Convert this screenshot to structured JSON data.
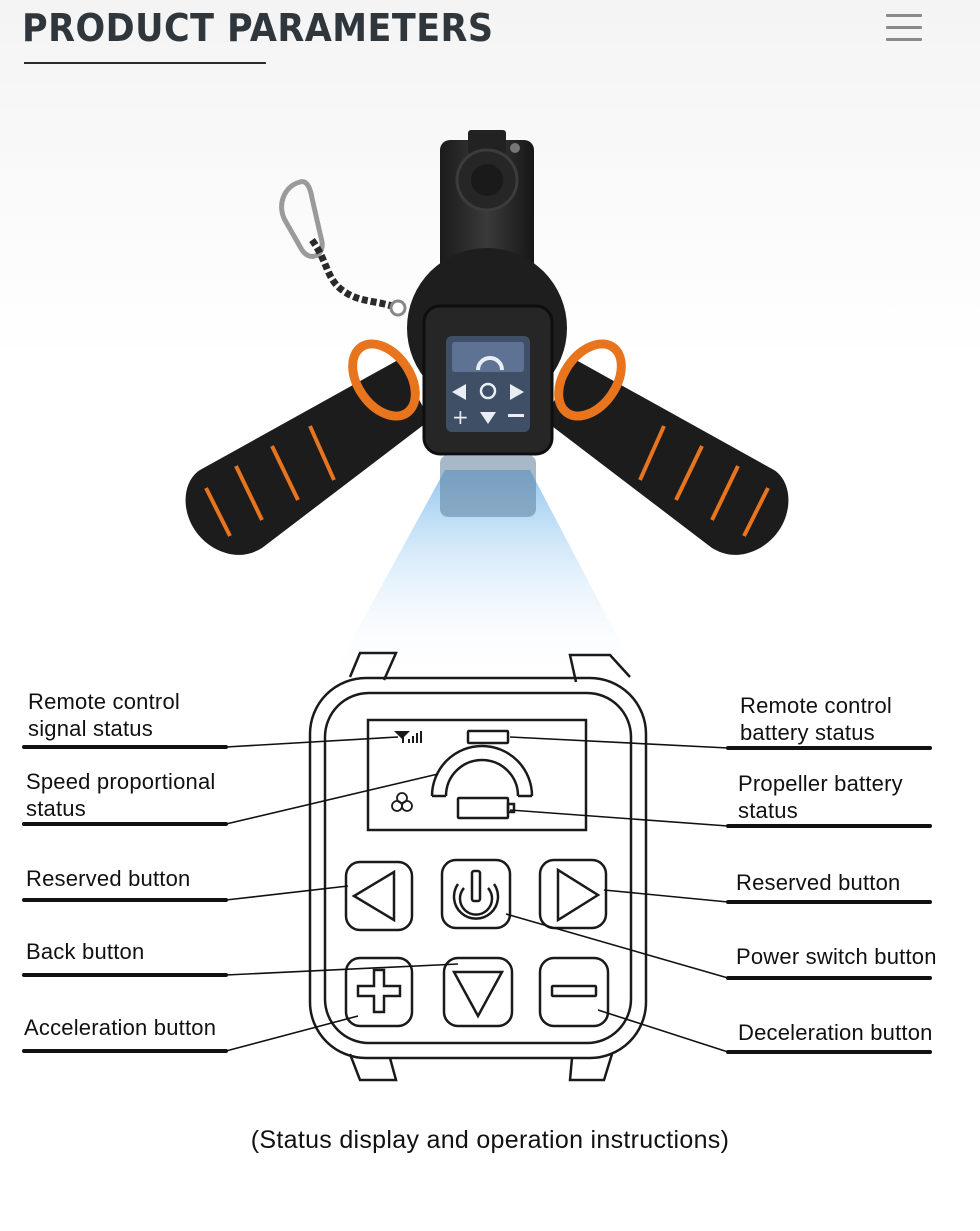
{
  "header": {
    "title": "PRODUCT PARAMETERS",
    "menu_icon": "hamburger-menu-icon"
  },
  "product": {
    "image": "handheld-remote-controller-photo",
    "screen_icons": [
      "signal-icon",
      "battery-icon",
      "speed-gauge-icon",
      "left-arrow-icon",
      "power-icon",
      "right-arrow-icon",
      "plus-icon",
      "down-arrow-icon",
      "minus-icon"
    ]
  },
  "labels": {
    "remote_signal": {
      "line1": "Remote control",
      "line2": "signal status"
    },
    "speed_status": {
      "line1": "Speed proportional",
      "line2": "status"
    },
    "reserved_left": "Reserved button",
    "back": "Back button",
    "acceleration": "Acceleration button",
    "remote_battery": {
      "line1": "Remote control",
      "line2": "battery status"
    },
    "propeller_battery": {
      "line1": "Propeller battery",
      "line2": "status"
    },
    "reserved_right": "Reserved button",
    "power": "Power switch button",
    "deceleration": "Deceleration button"
  },
  "caption": "(Status display and operation instructions)",
  "colors": {
    "title": "#2f373d",
    "accent_orange": "#e8741e",
    "beam_blue": "#8cc3ee"
  }
}
